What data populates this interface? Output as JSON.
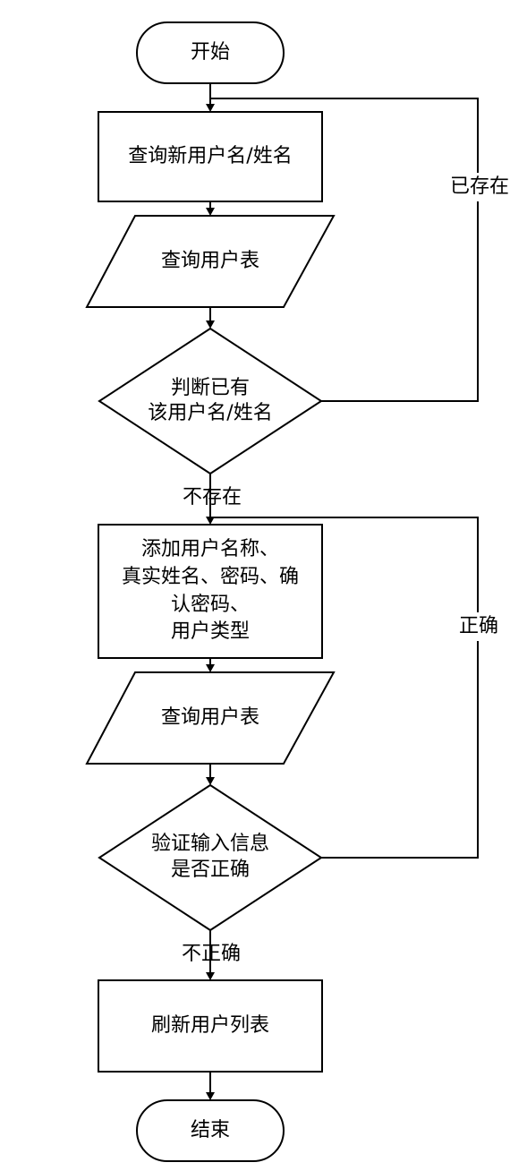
{
  "nodes": {
    "start": "开始",
    "query_new_user": "查询新用户名/姓名",
    "query_user_table_1": "查询用户表",
    "check_exists": [
      "判断已有",
      "该用户名/姓名"
    ],
    "add_user": [
      "添加用户名称、",
      "真实姓名、密码、确",
      "认密码、",
      "用户类型"
    ],
    "query_user_table_2": "查询用户表",
    "validate": [
      "验证输入信息",
      "是否正确"
    ],
    "refresh_list": "刷新用户列表",
    "end": "结束"
  },
  "edges": {
    "exists_label": "已存在",
    "not_exists_label": "不存在",
    "correct_label": "正确",
    "incorrect_label": "不正确"
  }
}
